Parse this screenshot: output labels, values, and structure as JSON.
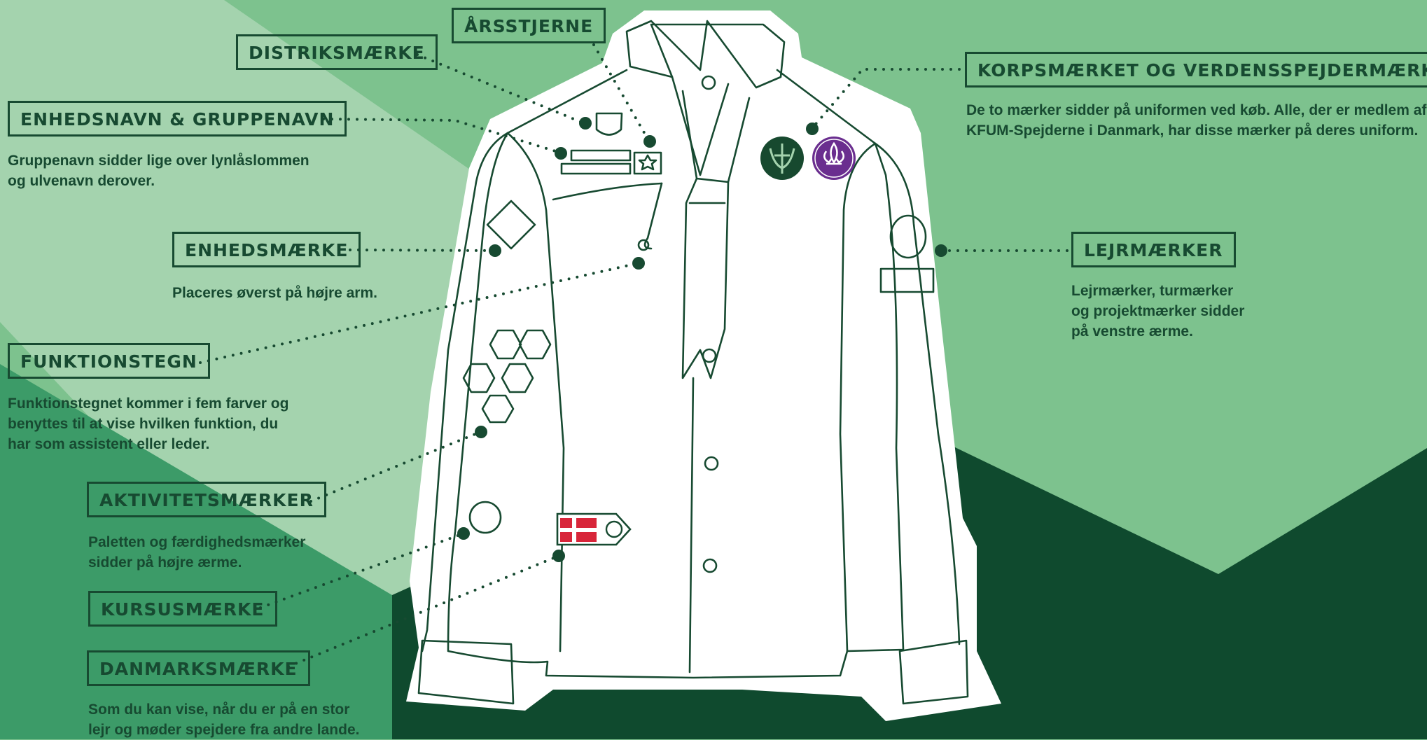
{
  "colors": {
    "background_mid": "#7dc28e",
    "background_light": "#a4d3ae",
    "background_darker": "#3c9b68",
    "background_dark": "#0f4a2e",
    "label_ink": "#174a31",
    "shirt": "#ffffff",
    "flag_red": "#d8263a",
    "scout_purple": "#6a2e8f"
  },
  "labels": {
    "arsstjerne": "ÅRSSTJERNE",
    "distriksmaerke": "DISTRIKSMÆRKE",
    "enhedsnavn": "ENHEDSNAVN & GRUPPENAVN",
    "enhedsmaerke": "ENHEDSMÆRKE",
    "funktionstegn": "FUNKTIONSTEGN",
    "aktivitetsmaerker": "AKTIVITETSMÆRKER",
    "kursusmaerke": "KURSUSMÆRKE",
    "danmarksmaerke": "DANMARKSMÆRKE",
    "korpsmaerket": "KORPSMÆRKET OG VERDENSSPEJDERMÆRKET",
    "lejrmaerker": "LEJRMÆRKER"
  },
  "descriptions": {
    "enhedsnavn": [
      "Gruppenavn sidder lige over lynlåslommen",
      "og ulvenavn derover."
    ],
    "enhedsmaerke": [
      "Placeres øverst på højre arm."
    ],
    "funktionstegn": [
      "Funktionstegnet kommer i fem farver og",
      "benyttes til at vise hvilken funktion, du",
      "har som assistent eller leder."
    ],
    "aktivitetsmaerker": [
      "Paletten og færdighedsmærker",
      "sidder på højre ærme."
    ],
    "danmarksmaerke": [
      "Som du kan vise, når du er på en stor",
      "lejr og møder spejdere fra andre lande."
    ],
    "korpsmaerket": [
      "De to mærker sidder på uniformen ved køb. Alle, der er medlem af",
      "KFUM-Spejderne i Danmark, har disse mærker på deres uniform."
    ],
    "lejrmaerker": [
      "Lejrmærker, turmærker",
      "og projektmærker sidder",
      "på venstre ærme."
    ]
  },
  "icons": [
    "korps-badge-icon",
    "world-scout-badge-icon",
    "fleur-de-lis-icon",
    "danish-flag-icon",
    "shield-badge-icon",
    "star-badge-icon"
  ]
}
